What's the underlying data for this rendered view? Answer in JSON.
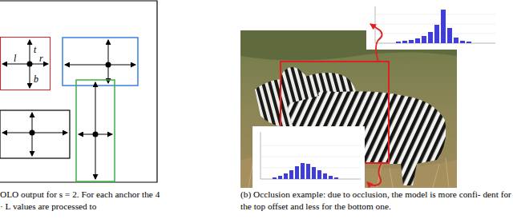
{
  "diagram": {
    "nodes": [
      {
        "text": [
          "t",
          "l",
          "r",
          "b"
        ]
      }
    ],
    "labels": [
      "OLO output for s = 2. For each anchor the 4 · L values are processed to",
      "(b) Occlusion example: due to occlusion, the model is more confi- dent for the top offset and less for the bottom one."
    ]
  }
}
